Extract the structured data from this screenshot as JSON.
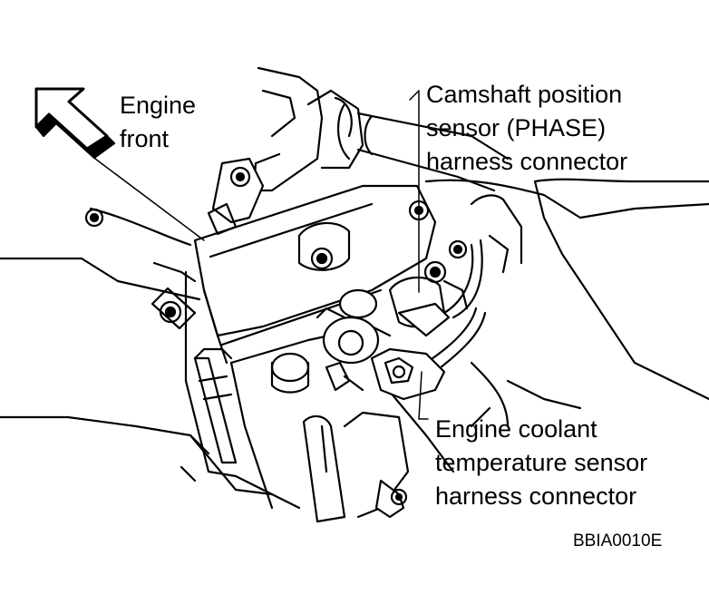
{
  "labels": {
    "engine_front": [
      "Engine",
      "front"
    ],
    "camshaft_sensor": [
      "Camshaft position",
      "sensor (PHASE)",
      "harness connector"
    ],
    "coolant_sensor": [
      "Engine coolant",
      "temperature sensor",
      "harness connector"
    ]
  },
  "figure_code": "BBIA0010E"
}
